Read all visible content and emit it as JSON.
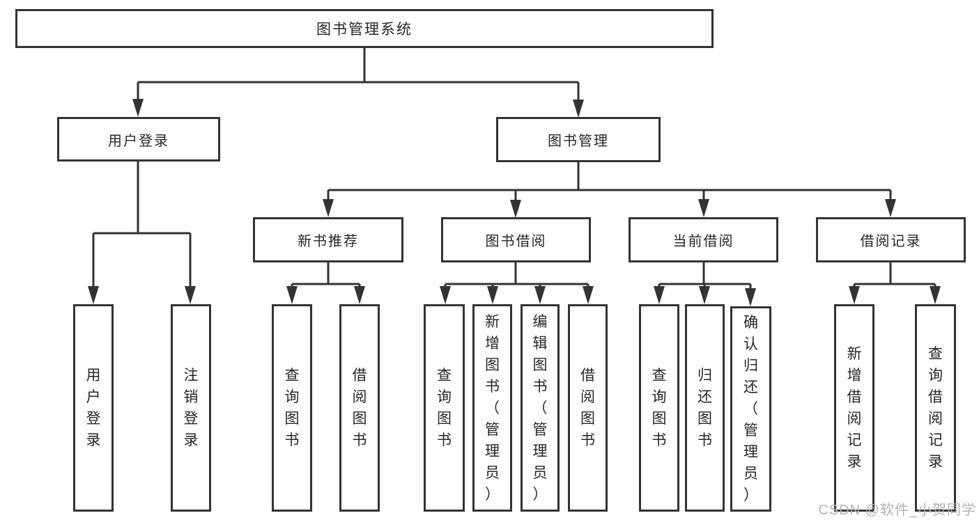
{
  "page": {
    "watermark": "CSDN @软件_小贺同学"
  },
  "colors": {
    "line": "#333333",
    "box_border": "#333333",
    "text": "#262626",
    "watermark": "#b3b3b3",
    "background": "#ffffff"
  },
  "tree": {
    "root": {
      "label": "图书管理系统"
    },
    "level2": [
      {
        "label": "用户登录"
      },
      {
        "label": "图书管理"
      }
    ],
    "level3": [
      {
        "label": "新书推荐"
      },
      {
        "label": "图书借阅"
      },
      {
        "label": "当前借阅"
      },
      {
        "label": "借阅记录"
      }
    ],
    "leaves": [
      {
        "label": "用户登录"
      },
      {
        "label": "注销登录"
      },
      {
        "label": "查询图书"
      },
      {
        "label": "借阅图书"
      },
      {
        "label": "查询图书"
      },
      {
        "label": "新增图书（管理员）"
      },
      {
        "label": "编辑图书（管理员）"
      },
      {
        "label": "借阅图书"
      },
      {
        "label": "查询图书"
      },
      {
        "label": "归还图书"
      },
      {
        "label": "确认归还（管理员）"
      },
      {
        "label": "新增借阅记录"
      },
      {
        "label": "查询借阅记录"
      }
    ]
  }
}
